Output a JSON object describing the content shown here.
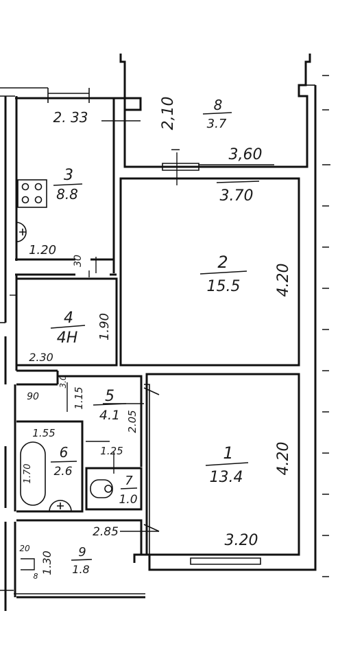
{
  "rooms": [
    {
      "number": "1",
      "area": "13.4"
    },
    {
      "number": "2",
      "area": "15.5"
    },
    {
      "number": "3",
      "area": "8.8"
    },
    {
      "number": "4",
      "area": "4Н"
    },
    {
      "number": "5",
      "area": "4.1"
    },
    {
      "number": "6",
      "area": "2.6"
    },
    {
      "number": "7",
      "area": "1.0"
    },
    {
      "number": "8",
      "area": "3.7"
    },
    {
      "number": "9",
      "area": "1.8"
    }
  ],
  "dimensions": {
    "r8_height": "2,10",
    "r8_width": "3,60",
    "r3_top": "2. 33",
    "r3_bottom": "1.20",
    "r3_door": "30",
    "r2_top": "3.70",
    "r2_side": "4.20",
    "r4_side": "1.90",
    "r4_bottom": "2.30",
    "corr_90": "90",
    "corr_30": "3.0",
    "r5_115": "1.15",
    "r5_205": "2.05",
    "r5_125": "1.25",
    "r6_top": "1.55",
    "r6_tub": "1.70",
    "r1_side": "4.20",
    "r1_top": "2.85",
    "r1_bottom": "3.20",
    "r9_20": "20",
    "r9_side": "1.30",
    "r9_8": "8"
  }
}
